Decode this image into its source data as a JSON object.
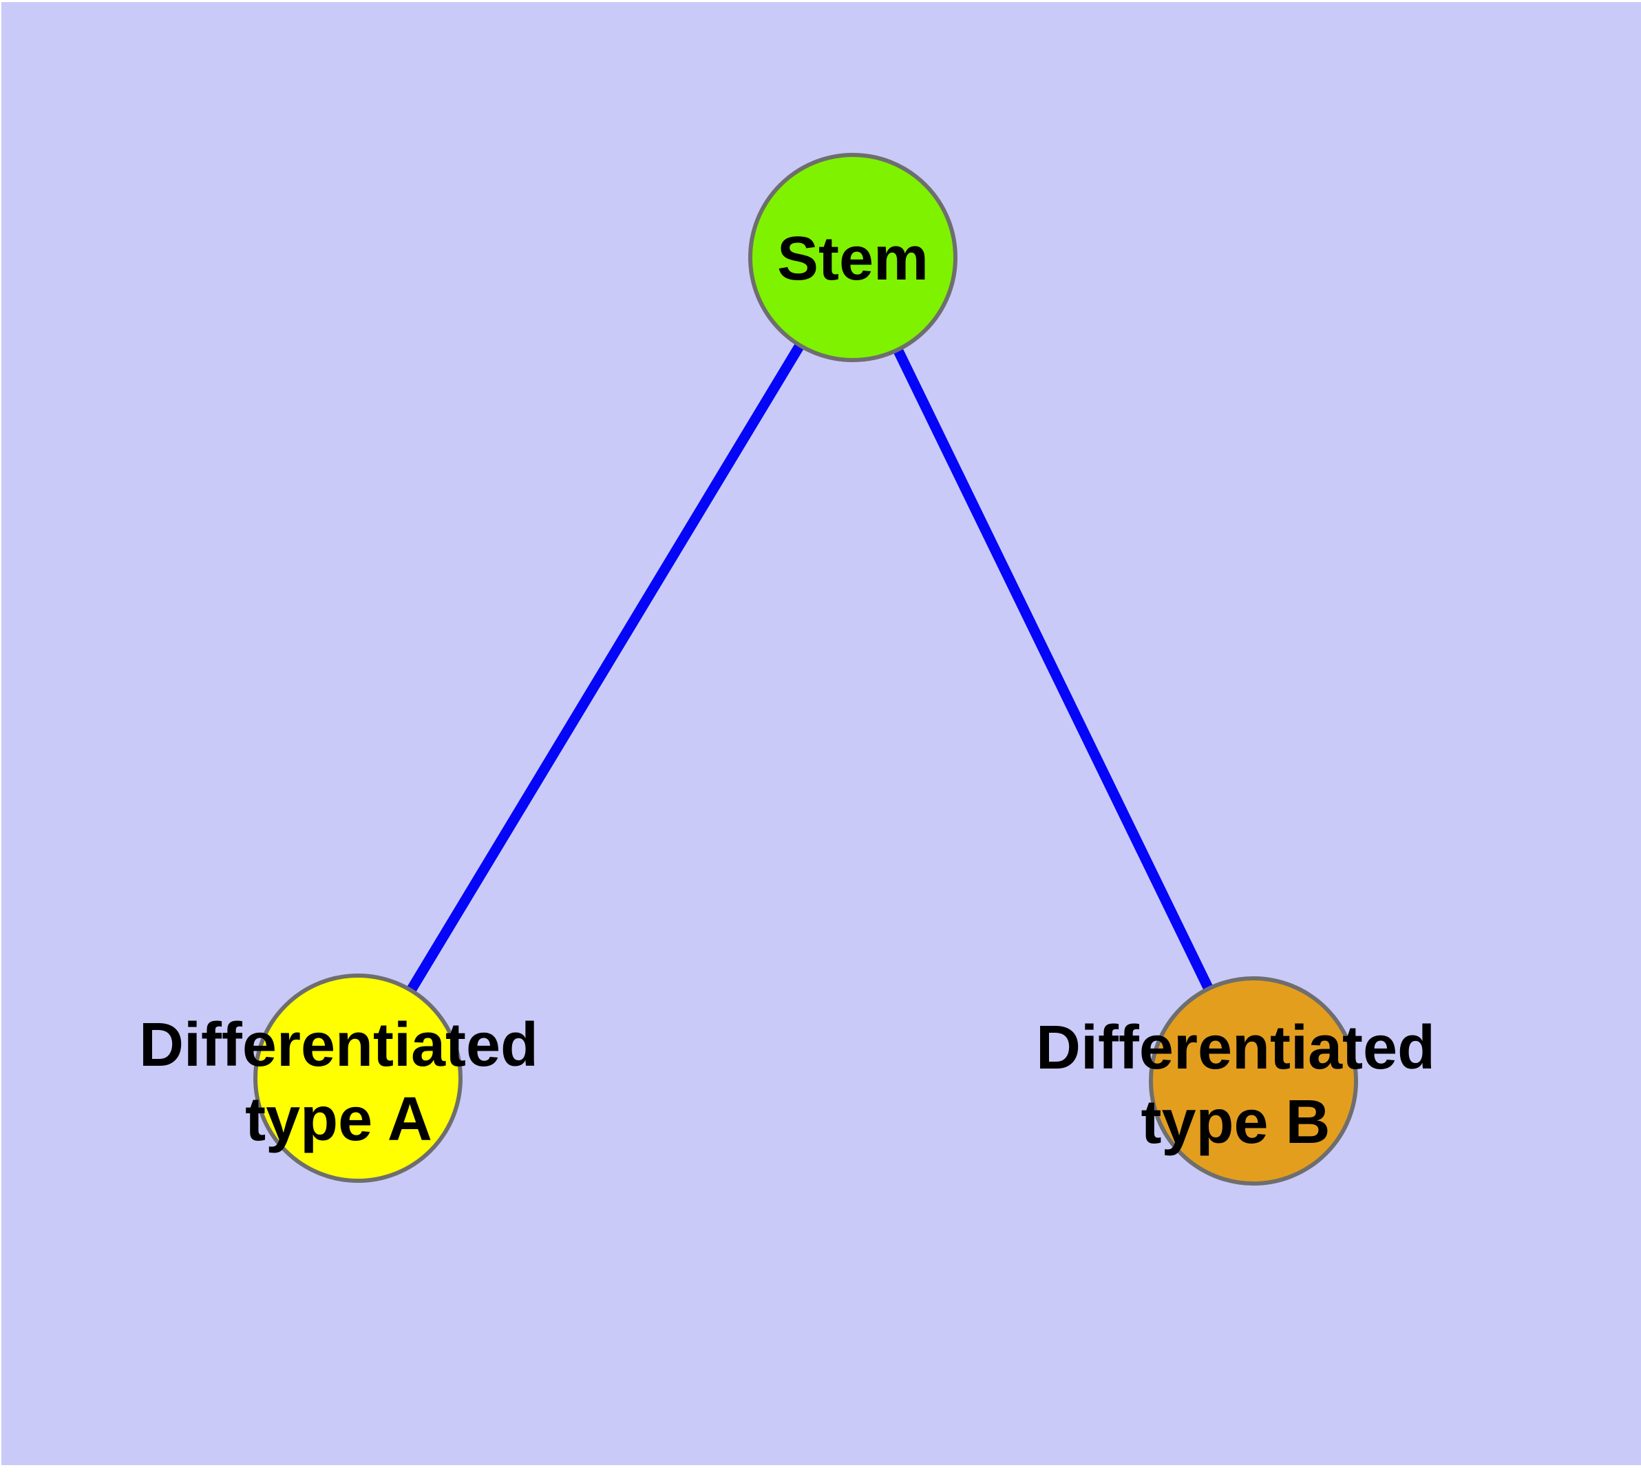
{
  "figure": {
    "background_color": "#ffffff",
    "panel_color": "#cacaf8",
    "edge_color": "#0505f8",
    "edge_width": 15,
    "node_border_color": "#6e6e6e",
    "node_border_width": 6,
    "label_color": "#000000",
    "nodes": [
      {
        "id": "stem",
        "label": "Stem",
        "fill": "#7ff200"
      },
      {
        "id": "differentiated-type-a",
        "label": "Differentiated type A",
        "label_line1": "Differentiated",
        "label_line2": "type A",
        "fill": "#ffff00"
      },
      {
        "id": "differentiated-type-b",
        "label": "Differentiated type B",
        "label_line1": "Differentiated",
        "label_line2": "type B",
        "fill": "#e49e1e"
      }
    ],
    "edges": [
      {
        "from": "Stem",
        "to": "Differentiated type A"
      },
      {
        "from": "Stem",
        "to": "Differentiated type B"
      }
    ]
  }
}
